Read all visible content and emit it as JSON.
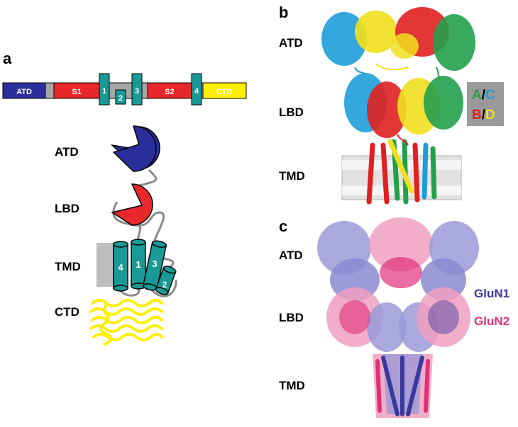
{
  "panel_a": {
    "letter": "a",
    "bar": {
      "atd": "ATD",
      "s1": "S1",
      "m1": "1",
      "m2": "2",
      "m3": "3",
      "s2": "S2",
      "m4": "4",
      "ctd": "CTD"
    },
    "labels": {
      "atd": "ATD",
      "lbd": "LBD",
      "tmd": "TMD",
      "ctd": "CTD"
    },
    "helices": {
      "h4": "4",
      "h1": "1",
      "h3": "3",
      "h2": "2"
    }
  },
  "panel_b": {
    "letter": "b",
    "labels": {
      "atd": "ATD",
      "lbd": "LBD",
      "tmd": "TMD"
    },
    "legend": {
      "a": "A",
      "slash1": "/",
      "c": "C",
      "b": "B",
      "slash2": "/",
      "d": "D"
    }
  },
  "panel_c": {
    "letter": "c",
    "labels": {
      "atd": "ATD",
      "lbd": "LBD",
      "tmd": "TMD"
    },
    "legend": {
      "glun1": "GluN1",
      "glun2": "GluN2"
    }
  },
  "colors": {
    "atd_blue": "#2b2f9c",
    "lbd_red": "#e8282b",
    "tmd_teal": "#1a9a97",
    "ctd_yellow": "#ffef00",
    "gray": "#a6a6a6",
    "chain_a_green": "#22a04b",
    "chain_c_cyan": "#1e9ed8",
    "chain_b_red": "#e02020",
    "chain_d_yellow": "#f0e020",
    "glun1_blue": "#3a3a9e",
    "glun2_pink": "#e0307a"
  }
}
